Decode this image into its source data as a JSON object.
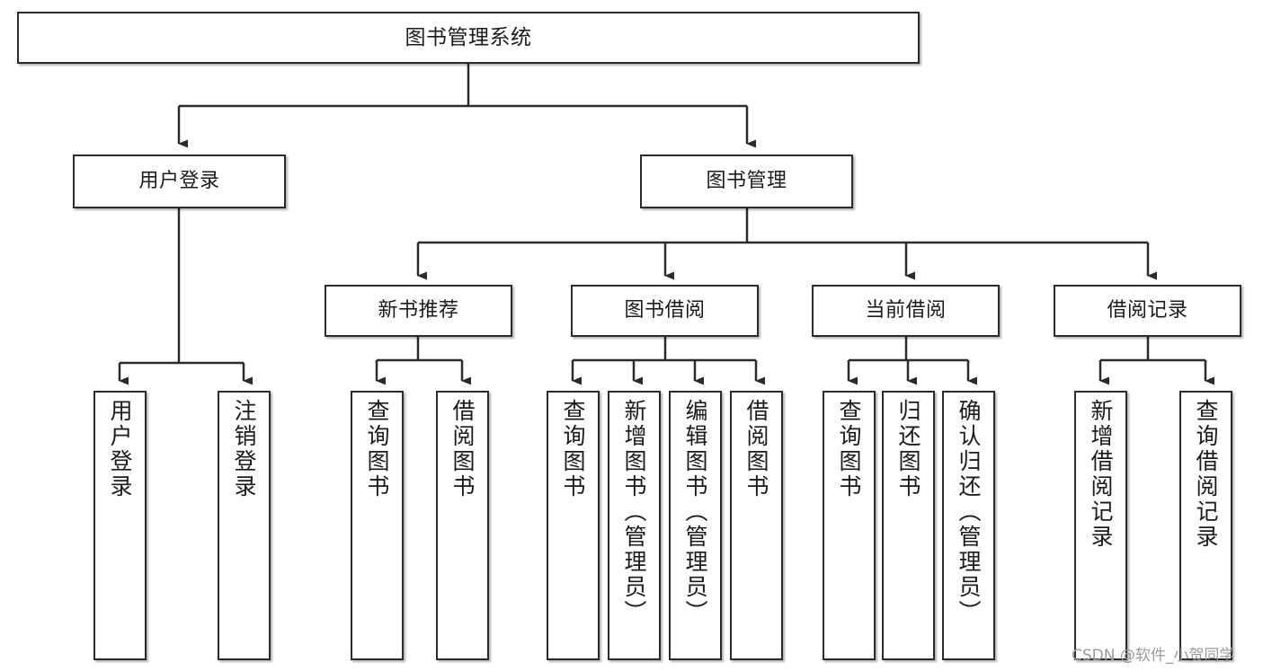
{
  "diagram": {
    "title": "图书管理系统",
    "type": "tree",
    "watermark": "CSDN @软件_小贺同学",
    "colors": {
      "node_border": "#2b2b2b",
      "node_fill": "#ffffff",
      "edge": "#2b2b2b",
      "text": "#1b1b1b",
      "watermark": "#9a9a9a"
    },
    "nodes": {
      "root": {
        "label": "图书管理系统"
      },
      "level1": [
        {
          "id": "user-login",
          "label": "用户登录"
        },
        {
          "id": "book-manage",
          "label": "图书管理"
        }
      ],
      "level2": [
        {
          "id": "new-book-recommend",
          "label": "新书推荐"
        },
        {
          "id": "book-borrow",
          "label": "图书借阅"
        },
        {
          "id": "current-borrow",
          "label": "当前借阅"
        },
        {
          "id": "borrow-record",
          "label": "借阅记录"
        }
      ],
      "leaves": {
        "user-login": [
          {
            "id": "leaf-user-login",
            "label": "用户登录"
          },
          {
            "id": "leaf-logout",
            "label": "注销登录"
          }
        ],
        "new-book-recommend": [
          {
            "id": "leaf-query-book-1",
            "label": "查询图书"
          },
          {
            "id": "leaf-borrow-book-1",
            "label": "借阅图书"
          }
        ],
        "book-borrow": [
          {
            "id": "leaf-query-book-2",
            "label": "查询图书"
          },
          {
            "id": "leaf-add-book",
            "label": "新增图书（管理员）"
          },
          {
            "id": "leaf-edit-book",
            "label": "编辑图书（管理员）"
          },
          {
            "id": "leaf-borrow-book-2",
            "label": "借阅图书"
          }
        ],
        "current-borrow": [
          {
            "id": "leaf-query-book-3",
            "label": "查询图书"
          },
          {
            "id": "leaf-return-book",
            "label": "归还图书"
          },
          {
            "id": "leaf-confirm-return",
            "label": "确认归还（管理员）"
          }
        ],
        "borrow-record": [
          {
            "id": "leaf-add-record",
            "label": "新增借阅记录"
          },
          {
            "id": "leaf-query-record",
            "label": "查询借阅记录"
          }
        ]
      }
    }
  }
}
